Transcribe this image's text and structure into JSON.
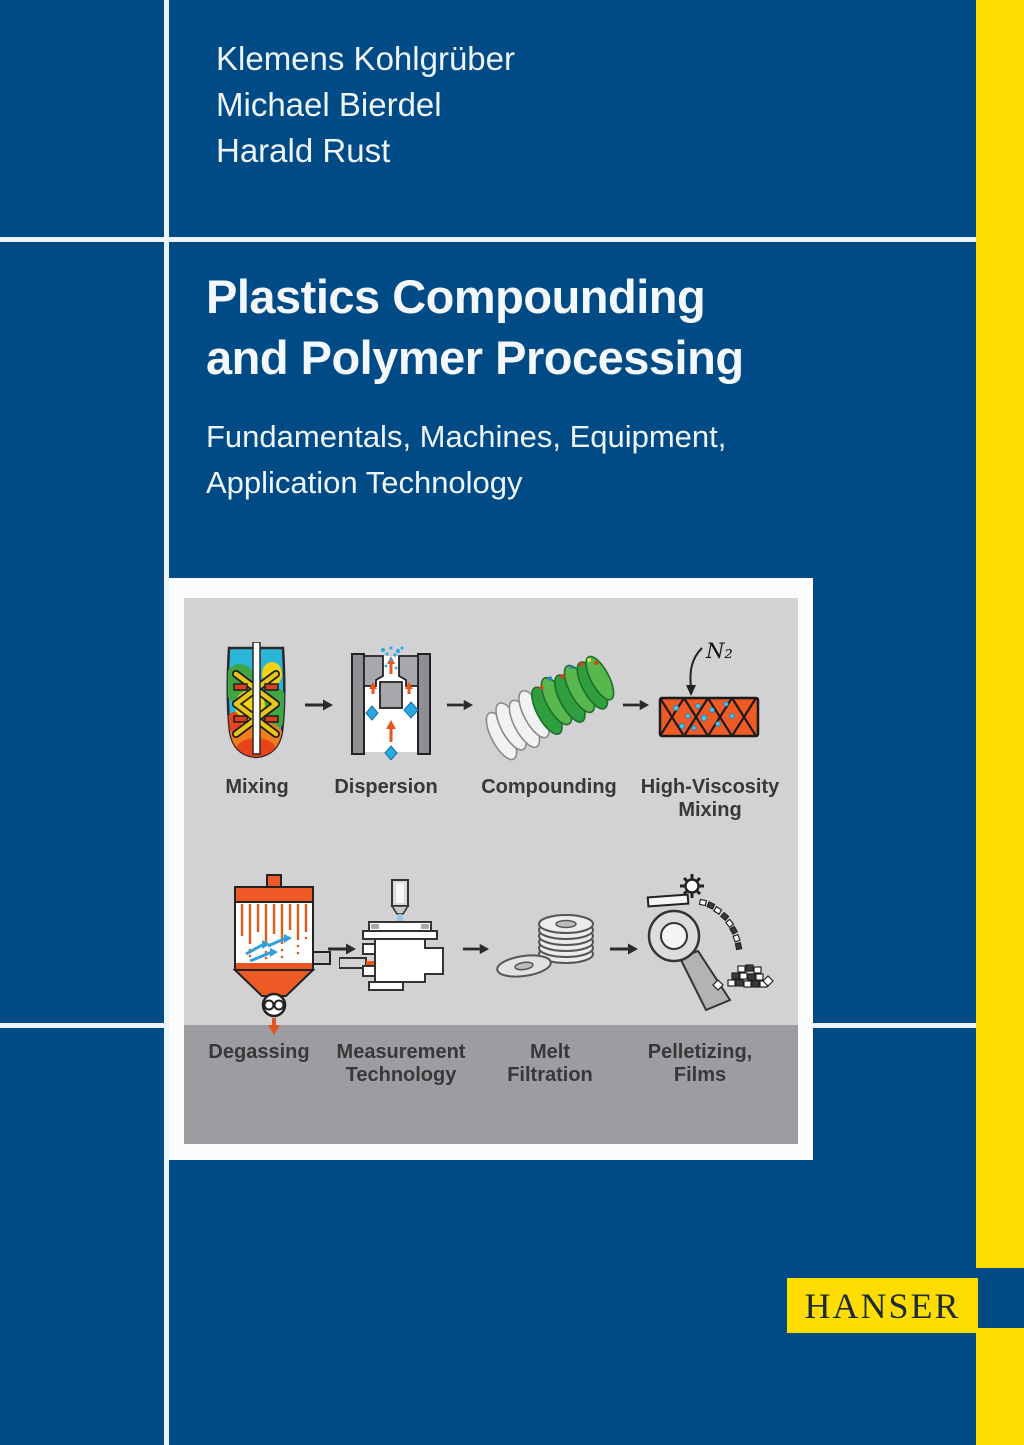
{
  "cover": {
    "colors": {
      "background_blue": "#004B85",
      "accent_yellow": "#FFDD00",
      "rule_white": "#EDF5FC",
      "panel_gray": "#D2D2D4",
      "caption_band_gray": "#9D9DA1",
      "caption_text": "#38383A",
      "publisher_text": "#1C2B36"
    },
    "authors": [
      "Klemens Kohlgrüber",
      "Michael Bierdel",
      "Harald Rust"
    ],
    "title": {
      "line1": "Plastics Compounding",
      "line2": "and Polymer Processing"
    },
    "subtitle": {
      "line1": "Fundamentals, Machines, Equipment,",
      "line2": "Application Technology"
    },
    "process_diagram": {
      "row1": [
        {
          "caption": "Mixing",
          "icon": "stirred-vessel-icon"
        },
        {
          "caption": "Dispersion",
          "icon": "dispersion-valve-icon"
        },
        {
          "caption": "Compounding",
          "icon": "twin-screw-icon"
        },
        {
          "caption": "High-Viscosity Mixing",
          "icon": "kneader-box-icon"
        }
      ],
      "row2": [
        {
          "caption": "Degassing",
          "icon": "devolatilizer-icon"
        },
        {
          "caption": "Measurement Technology",
          "icon": "measurement-apparatus-icon"
        },
        {
          "caption": "Melt Filtration",
          "icon": "filter-disc-stack-icon"
        },
        {
          "caption": "Pelletizing, Films",
          "icon": "pelletizer-roll-icon"
        }
      ],
      "nitrogen_label": "N₂"
    },
    "publisher": {
      "name": "HANSER"
    }
  }
}
